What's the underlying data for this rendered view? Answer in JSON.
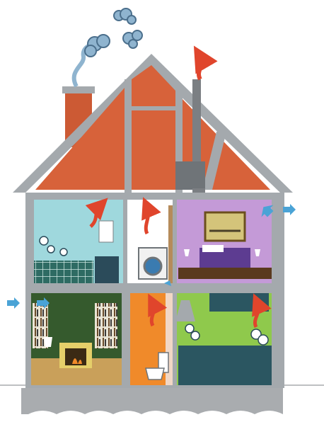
{
  "diagram": {
    "kind": "house-cutaway-ventilation",
    "colors": {
      "wall": "#a4a9ad",
      "wall_dark": "#6f7478",
      "attic": "#d7623a",
      "chimney_brick": "#cc5a34",
      "smoke": "#8fb4cf",
      "warm_arrow": "#e0452c",
      "cool_arrow": "#4aa3d6",
      "ground": "#a9acaf"
    },
    "rooms": [
      {
        "name": "bathroom",
        "color": "#9fd8dd",
        "icon": "bathtub-icon"
      },
      {
        "name": "laundry",
        "color": "#ffffff",
        "icon": "washing-machine-icon"
      },
      {
        "name": "bedroom",
        "color": "#c49ad7",
        "icon": "bed-icon"
      },
      {
        "name": "living-room",
        "color": "#355a2d",
        "icon": "fireplace-icon"
      },
      {
        "name": "toilet",
        "color": "#f08a2a",
        "icon": "toilet-icon"
      },
      {
        "name": "kitchen",
        "color": "#8fc94c",
        "icon": "stove-icon"
      }
    ],
    "airflow": {
      "exhaust_arrows": 5,
      "fresh_air_inlets": 5
    }
  }
}
